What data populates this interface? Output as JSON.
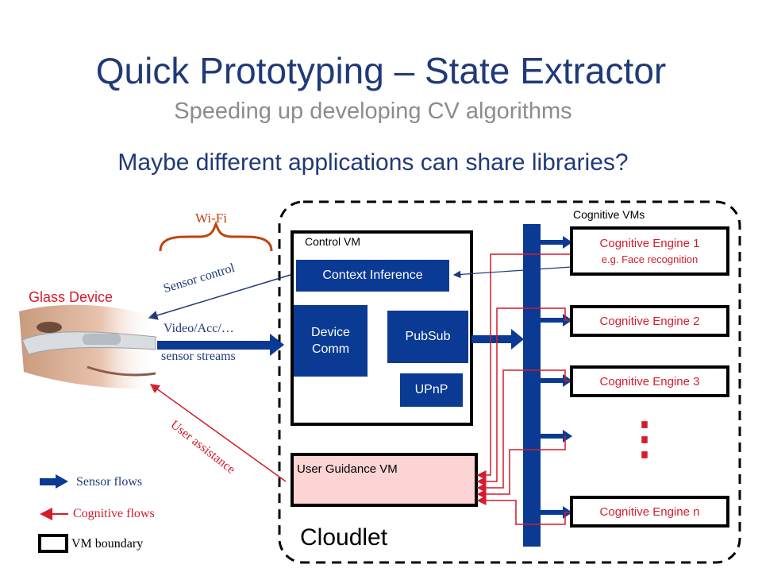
{
  "title": "Quick Prototyping – State Extractor",
  "subtitle": "Speeding up developing CV algorithms",
  "question": "Maybe different applications can share libraries?",
  "diagram": {
    "wifi_label": "Wi-Fi",
    "glass_device_label": "Glass Device",
    "sensor_control_label": "Sensor control",
    "video_label": "Video/Acc/…",
    "sensor_streams_label": "sensor streams",
    "user_assistance_label": "User assistance",
    "cognitive_vms_label": "Cognitive VMs",
    "control_vm_label": "Control VM",
    "context_inference_label": "Context Inference",
    "device_comm_label": "Device Comm",
    "pubsub_label": "PubSub",
    "upnp_label": "UPnP",
    "user_guidance_label": "User Guidance VM",
    "cloudlet_label": "Cloudlet",
    "ellipsis_label": "⋮",
    "engines": [
      {
        "label": "Cognitive Engine 1",
        "sub": "e.g. Face recognition"
      },
      {
        "label": "Cognitive Engine 2"
      },
      {
        "label": "Cognitive Engine 3"
      },
      {
        "label": "Cognitive Engine n"
      }
    ]
  },
  "legend": {
    "sensor_flows": "Sensor flows",
    "cognitive_flows": "Cognitive flows",
    "vm_boundary": "VM boundary"
  },
  "colors": {
    "title_blue": "#1f3a78",
    "box_blue": "#0a3a94",
    "flow_red": "#d41c2c",
    "wifi_brace": "#c0440f",
    "guidance_fill": "#fcd4d4"
  }
}
